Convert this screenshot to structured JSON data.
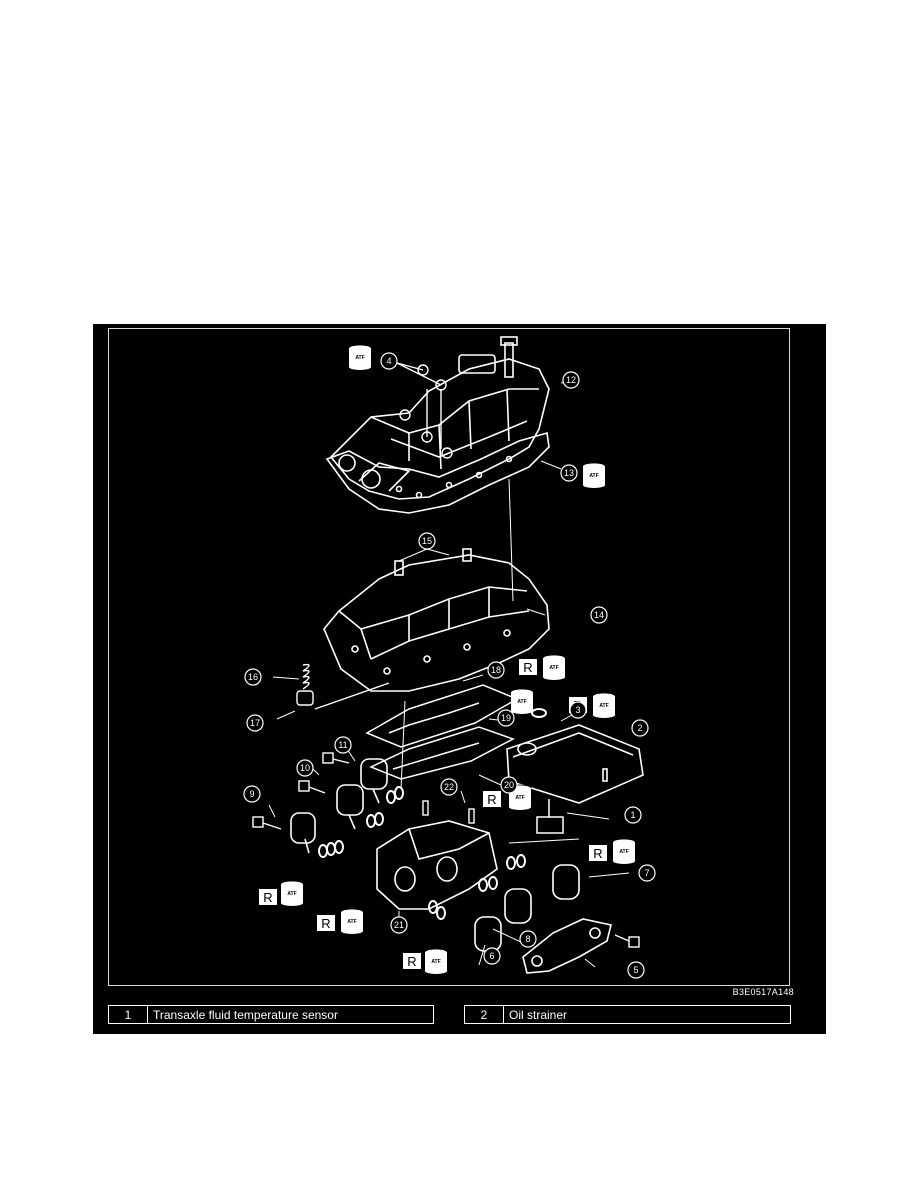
{
  "figure": {
    "code": "B3E0517A148",
    "legend": [
      {
        "num": "1",
        "text": "Transaxle fluid temperature sensor"
      },
      {
        "num": "2",
        "text": "Oil strainer"
      }
    ]
  },
  "symbols": {
    "atf": "ATF",
    "replace": "R"
  },
  "callouts": [
    "1",
    "2",
    "3",
    "4",
    "5",
    "6",
    "7",
    "8",
    "9",
    "10",
    "11",
    "12",
    "13",
    "14",
    "15",
    "16",
    "17",
    "18",
    "19",
    "20",
    "21",
    "22"
  ]
}
